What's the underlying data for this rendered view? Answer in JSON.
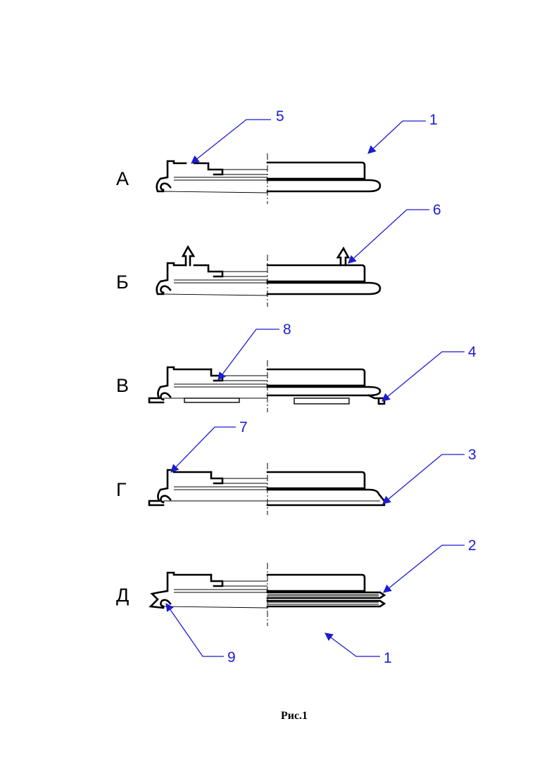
{
  "figure": {
    "caption": "Рис.1",
    "colors": {
      "ink": "#000000",
      "callout": "#1c1ccf",
      "paper": "#ffffff"
    }
  },
  "variants": [
    {
      "label": "А"
    },
    {
      "label": "Б"
    },
    {
      "label": "В"
    },
    {
      "label": "Г"
    },
    {
      "label": "Д"
    }
  ],
  "callouts": [
    {
      "id": "a5",
      "number": "5"
    },
    {
      "id": "a1",
      "number": "1"
    },
    {
      "id": "b6",
      "number": "6"
    },
    {
      "id": "c8",
      "number": "8"
    },
    {
      "id": "c4",
      "number": "4"
    },
    {
      "id": "d7",
      "number": "7"
    },
    {
      "id": "d3",
      "number": "3"
    },
    {
      "id": "e2",
      "number": "2"
    },
    {
      "id": "e9",
      "number": "9"
    },
    {
      "id": "e1",
      "number": "1"
    }
  ]
}
